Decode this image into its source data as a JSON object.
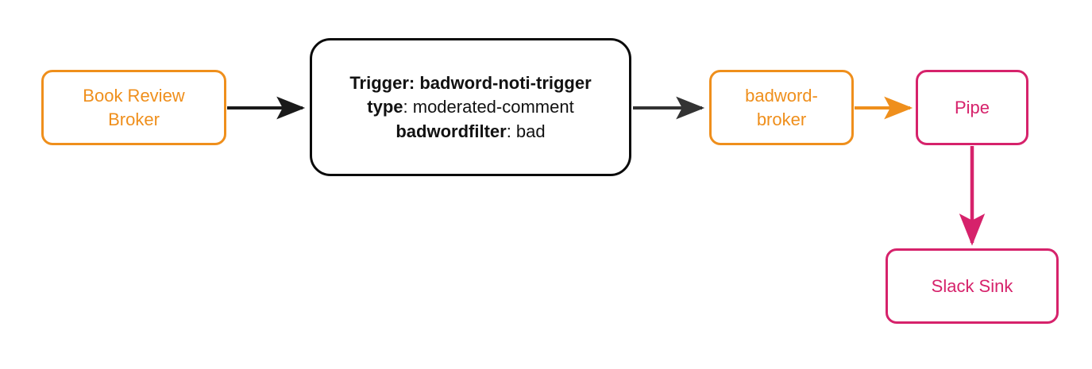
{
  "diagram": {
    "type": "flowchart",
    "direction": "left-to-right",
    "background": "#ffffff",
    "colors": {
      "broker_orange": "#ef8f1c",
      "trigger_black": "#0b0b0b",
      "pipe_pink": "#d6226b",
      "edge_dark": "#333333"
    },
    "nodes": [
      {
        "id": "book-review-broker",
        "label": "Book Review Broker",
        "lines": [
          "Book Review",
          "Broker"
        ],
        "shape": "rounded-rect",
        "stroke": "#ef8f1c",
        "text_color": "#ef8f1c"
      },
      {
        "id": "trigger",
        "label": "Trigger: badword-noti-trigger type: moderated-comment badwordfilter: bad",
        "rows": [
          {
            "key": "Trigger:",
            "value": "badword-noti-trigger",
            "value_bold": true
          },
          {
            "key": "type",
            "value": ": moderated-comment",
            "value_bold": false
          },
          {
            "key": "badwordfilter",
            "value": ": bad",
            "value_bold": false
          }
        ],
        "shape": "stadium-rounded",
        "stroke": "#0b0b0b",
        "text_color": "#121212"
      },
      {
        "id": "badword-broker",
        "label": "badword-broker",
        "lines": [
          "badword-",
          "broker"
        ],
        "shape": "rounded-rect",
        "stroke": "#ef8f1c",
        "text_color": "#ef8f1c"
      },
      {
        "id": "pipe",
        "label": "Pipe",
        "lines": [
          "Pipe"
        ],
        "shape": "rounded-rect",
        "stroke": "#d6226b",
        "text_color": "#d6226b"
      },
      {
        "id": "slack-sink",
        "label": "Slack Sink",
        "lines": [
          "Slack Sink"
        ],
        "shape": "rounded-rect",
        "stroke": "#d6226b",
        "text_color": "#d6226b"
      }
    ],
    "edges": [
      {
        "id": "edge-broker-to-trigger",
        "from": "book-review-broker",
        "to": "trigger",
        "color": "#1a1a1a",
        "label": ""
      },
      {
        "id": "edge-trigger-to-badword-broker",
        "from": "trigger",
        "to": "badword-broker",
        "color": "#333333",
        "label": ""
      },
      {
        "id": "edge-badword-broker-to-pipe",
        "from": "badword-broker",
        "to": "pipe",
        "color": "#ef8f1c",
        "label": ""
      },
      {
        "id": "edge-pipe-to-slack-sink",
        "from": "pipe",
        "to": "slack-sink",
        "color": "#d6226b",
        "label": ""
      }
    ]
  }
}
